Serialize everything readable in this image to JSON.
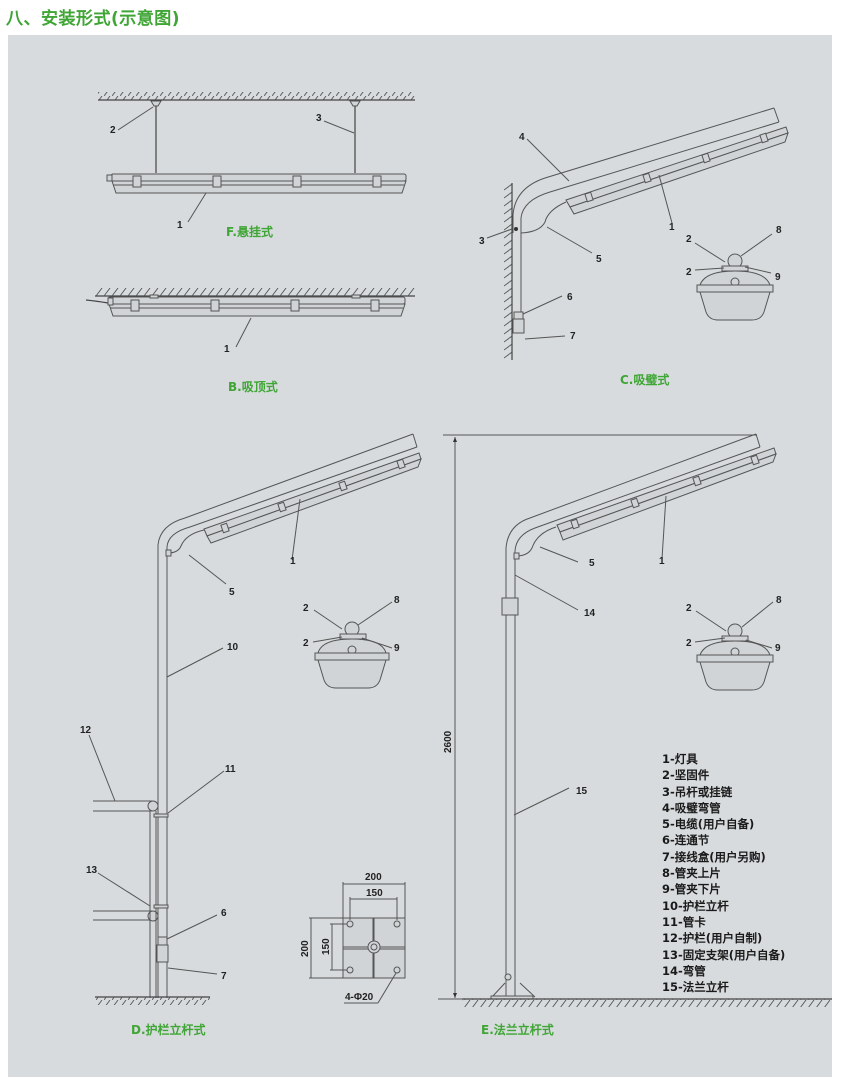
{
  "title": "八、安装形式(示意图)",
  "colors": {
    "accent": "#3fa535",
    "panel": "#d7dbdd",
    "line": "#555555"
  },
  "sections": {
    "F": {
      "caption": "F.悬挂式",
      "callouts": [
        "2",
        "3",
        "1"
      ]
    },
    "B": {
      "caption": "B.吸顶式",
      "callouts": [
        "1"
      ]
    },
    "C": {
      "caption": "C.吸璧式",
      "callouts": [
        "4",
        "1",
        "3",
        "5",
        "2",
        "8",
        "2",
        "9",
        "6",
        "7"
      ]
    },
    "D": {
      "caption": "D.护栏立杆式",
      "callouts": [
        "1",
        "5",
        "2",
        "8",
        "2",
        "9",
        "10",
        "12",
        "11",
        "13",
        "6",
        "7"
      ]
    },
    "E": {
      "caption": "E.法兰立杆式",
      "callouts": [
        "5",
        "1",
        "14",
        "2",
        "8",
        "2",
        "9",
        "15"
      ],
      "height_dim": "2600"
    },
    "flange": {
      "width_outer": "200",
      "width_inner": "150",
      "height_outer": "200",
      "height_inner": "150",
      "holes": "4-Φ20"
    }
  },
  "legend": [
    "1-灯具",
    "2-坚固件",
    "3-吊杆或挂链",
    "4-吸璧弯管",
    "5-电缆(用户自备)",
    "6-连通节",
    "7-接线盒(用户另购)",
    "8-管夹上片",
    "9-管夹下片",
    "10-护栏立杆",
    "11-管卡",
    "12-护栏(用户自制)",
    "13-固定支架(用户自备)",
    "14-弯管",
    "15-法兰立杆"
  ]
}
